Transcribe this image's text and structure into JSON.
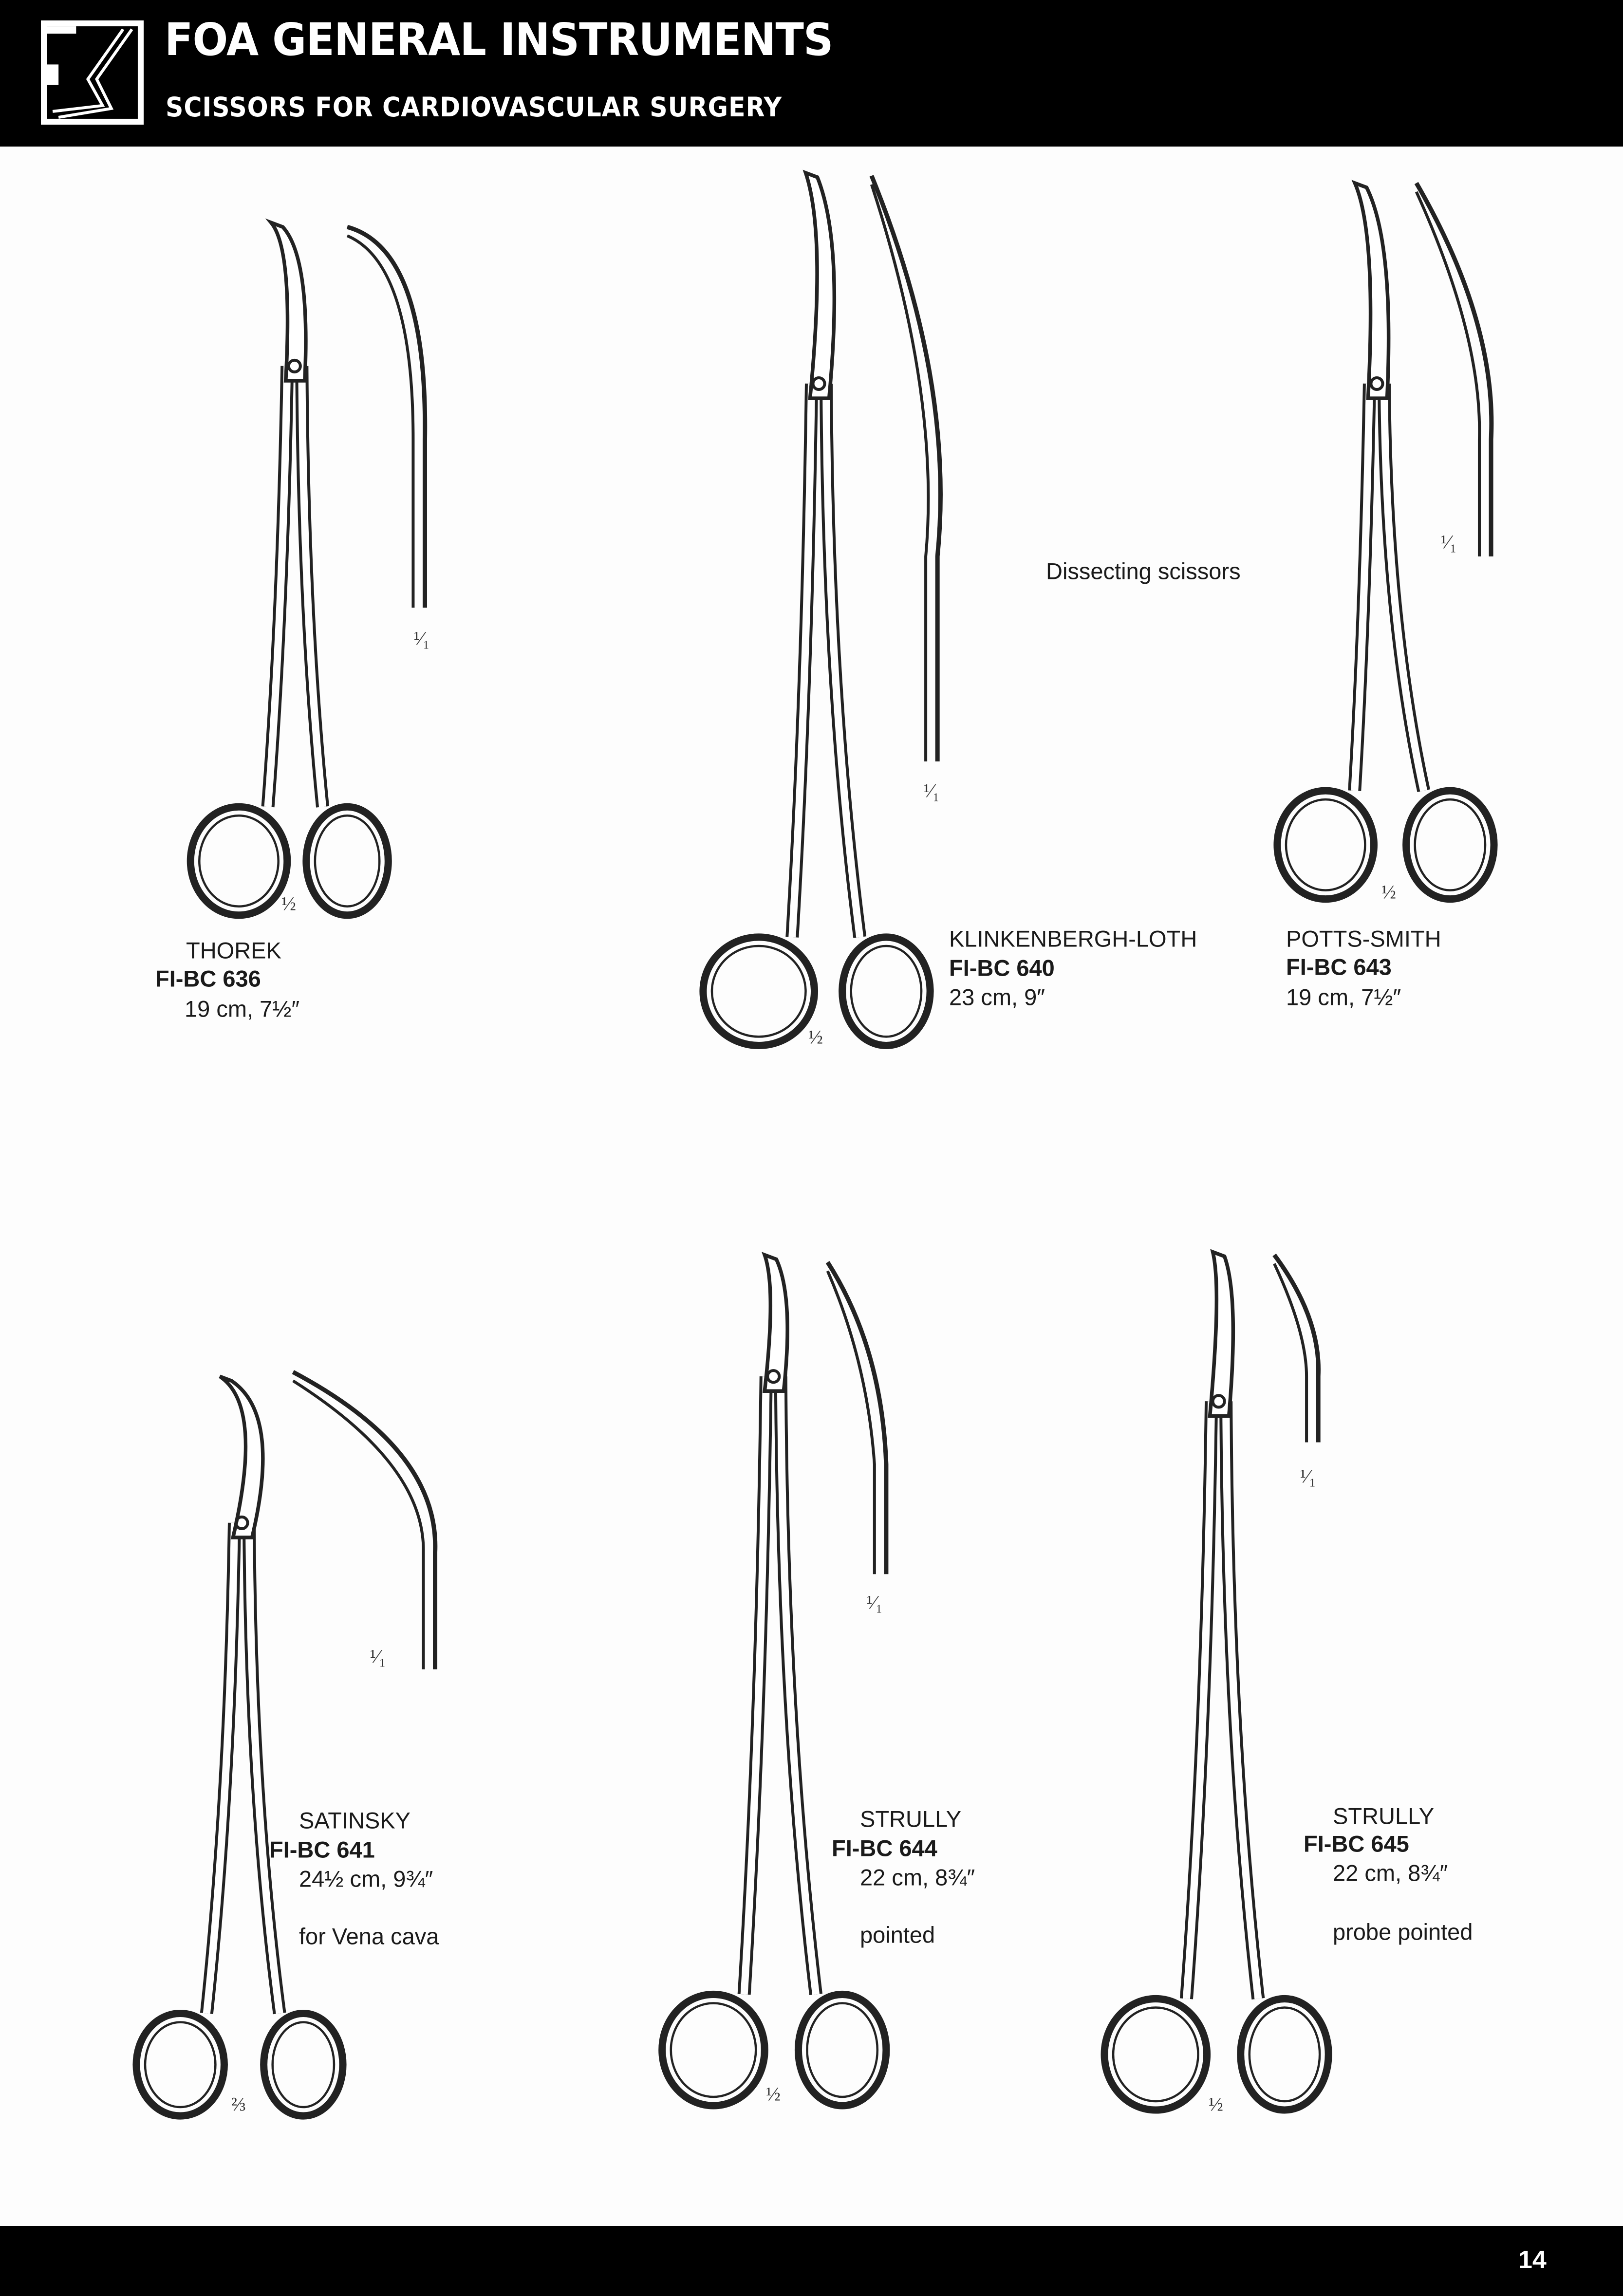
{
  "header": {
    "title": "FOA GENERAL INSTRUMENTS",
    "subtitle": "SCISSORS FOR CARDIOVASCULAR SURGERY",
    "logo_icon": "fs-logo-icon"
  },
  "section_note": "Dissecting scissors",
  "instruments": [
    {
      "name": "THOREK",
      "code": "FI-BC 636",
      "size": "19 cm, 7½″",
      "scale_main": "½",
      "scale_detail": "¹⁄₁"
    },
    {
      "name": "KLINKENBERGH-LOTH",
      "code": "FI-BC 640",
      "size": "23 cm, 9″",
      "scale_main": "½",
      "scale_detail": "¹⁄₁"
    },
    {
      "name": "POTTS-SMITH",
      "code": "FI-BC 643",
      "size": "19 cm, 7½″",
      "scale_main": "½",
      "scale_detail": "¹⁄₁"
    },
    {
      "name": "SATINSKY",
      "code": "FI-BC 641",
      "size": "24½ cm, 9¾″",
      "note": "for Vena cava",
      "scale_main": "⅔",
      "scale_detail": "¹⁄₁"
    },
    {
      "name": "STRULLY",
      "code": "FI-BC 644",
      "size": "22 cm, 8¾″",
      "note": "pointed",
      "scale_main": "½",
      "scale_detail": "¹⁄₁"
    },
    {
      "name": "STRULLY",
      "code": "FI-BC 645",
      "size": "22 cm, 8¾″",
      "note": "probe pointed",
      "scale_main": "½",
      "scale_detail": "¹⁄₁"
    }
  ],
  "footer": {
    "page_number": "14"
  },
  "colors": {
    "header_bg": "#000000",
    "page_bg": "#fdfdfd",
    "ink": "#1a1a1a"
  }
}
